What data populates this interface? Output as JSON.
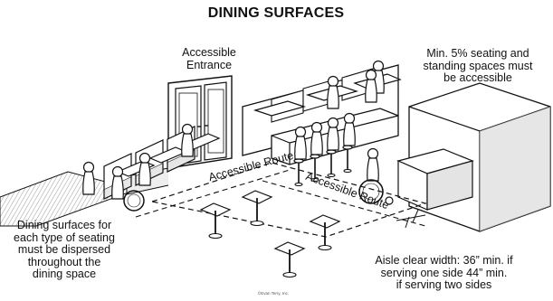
{
  "title": "DINING SURFACES",
  "labels": {
    "entrance": "Accessible\nEntrance",
    "seating_note": "Min. 5% seating and\nstanding spaces must\nbe accessible",
    "route_1": "Accessible Route",
    "route_2": "Accessible Route",
    "dispersed_note": "Dining surfaces for\neach type of seating\nmust be dispersed\nthroughout the\ndining space",
    "aisle_note": "Aisle clear width: 36” min. if\nserving one side 44” min.\nif serving two sides",
    "credit": "©Evan Terry, Inc."
  },
  "colors": {
    "ink": "#111111",
    "surface": "#ffffff",
    "wall_shade": "#d6d6d6",
    "floor_hatch": "#9a9a9a"
  }
}
